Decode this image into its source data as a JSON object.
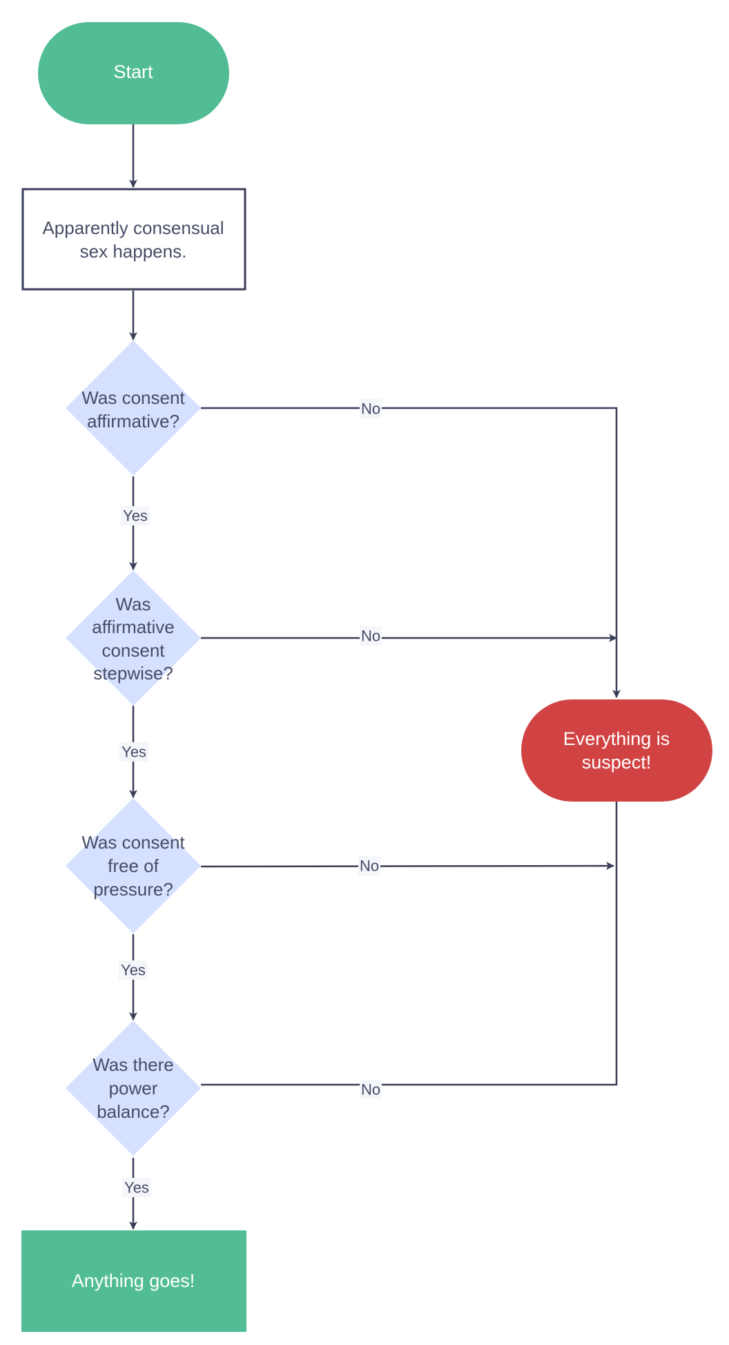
{
  "colors": {
    "terminal_green": "#52bd94",
    "terminal_red": "#d14343",
    "decision_fill": "#d6e0ff",
    "process_border": "#3a3e58",
    "edge": "#3a3e58",
    "text_dark": "#474d66",
    "text_light": "#ffffff",
    "label_bg": "#f4f6fa"
  },
  "nodes": {
    "start": {
      "label": "Start"
    },
    "process": {
      "lines": [
        "Apparently consensual",
        "sex happens."
      ]
    },
    "decision1": {
      "lines": [
        "Was consent",
        "affirmative?"
      ]
    },
    "decision2": {
      "lines": [
        "Was",
        "affirmative",
        "consent",
        "stepwise?"
      ]
    },
    "decision3": {
      "lines": [
        "Was consent",
        "free of",
        "pressure?"
      ]
    },
    "decision4": {
      "lines": [
        "Was there",
        "power",
        "balance?"
      ]
    },
    "suspect": {
      "lines": [
        "Everything is",
        "suspect!"
      ]
    },
    "end": {
      "label": "Anything goes!"
    }
  },
  "edges": {
    "yes_label": "Yes",
    "no_label": "No"
  }
}
